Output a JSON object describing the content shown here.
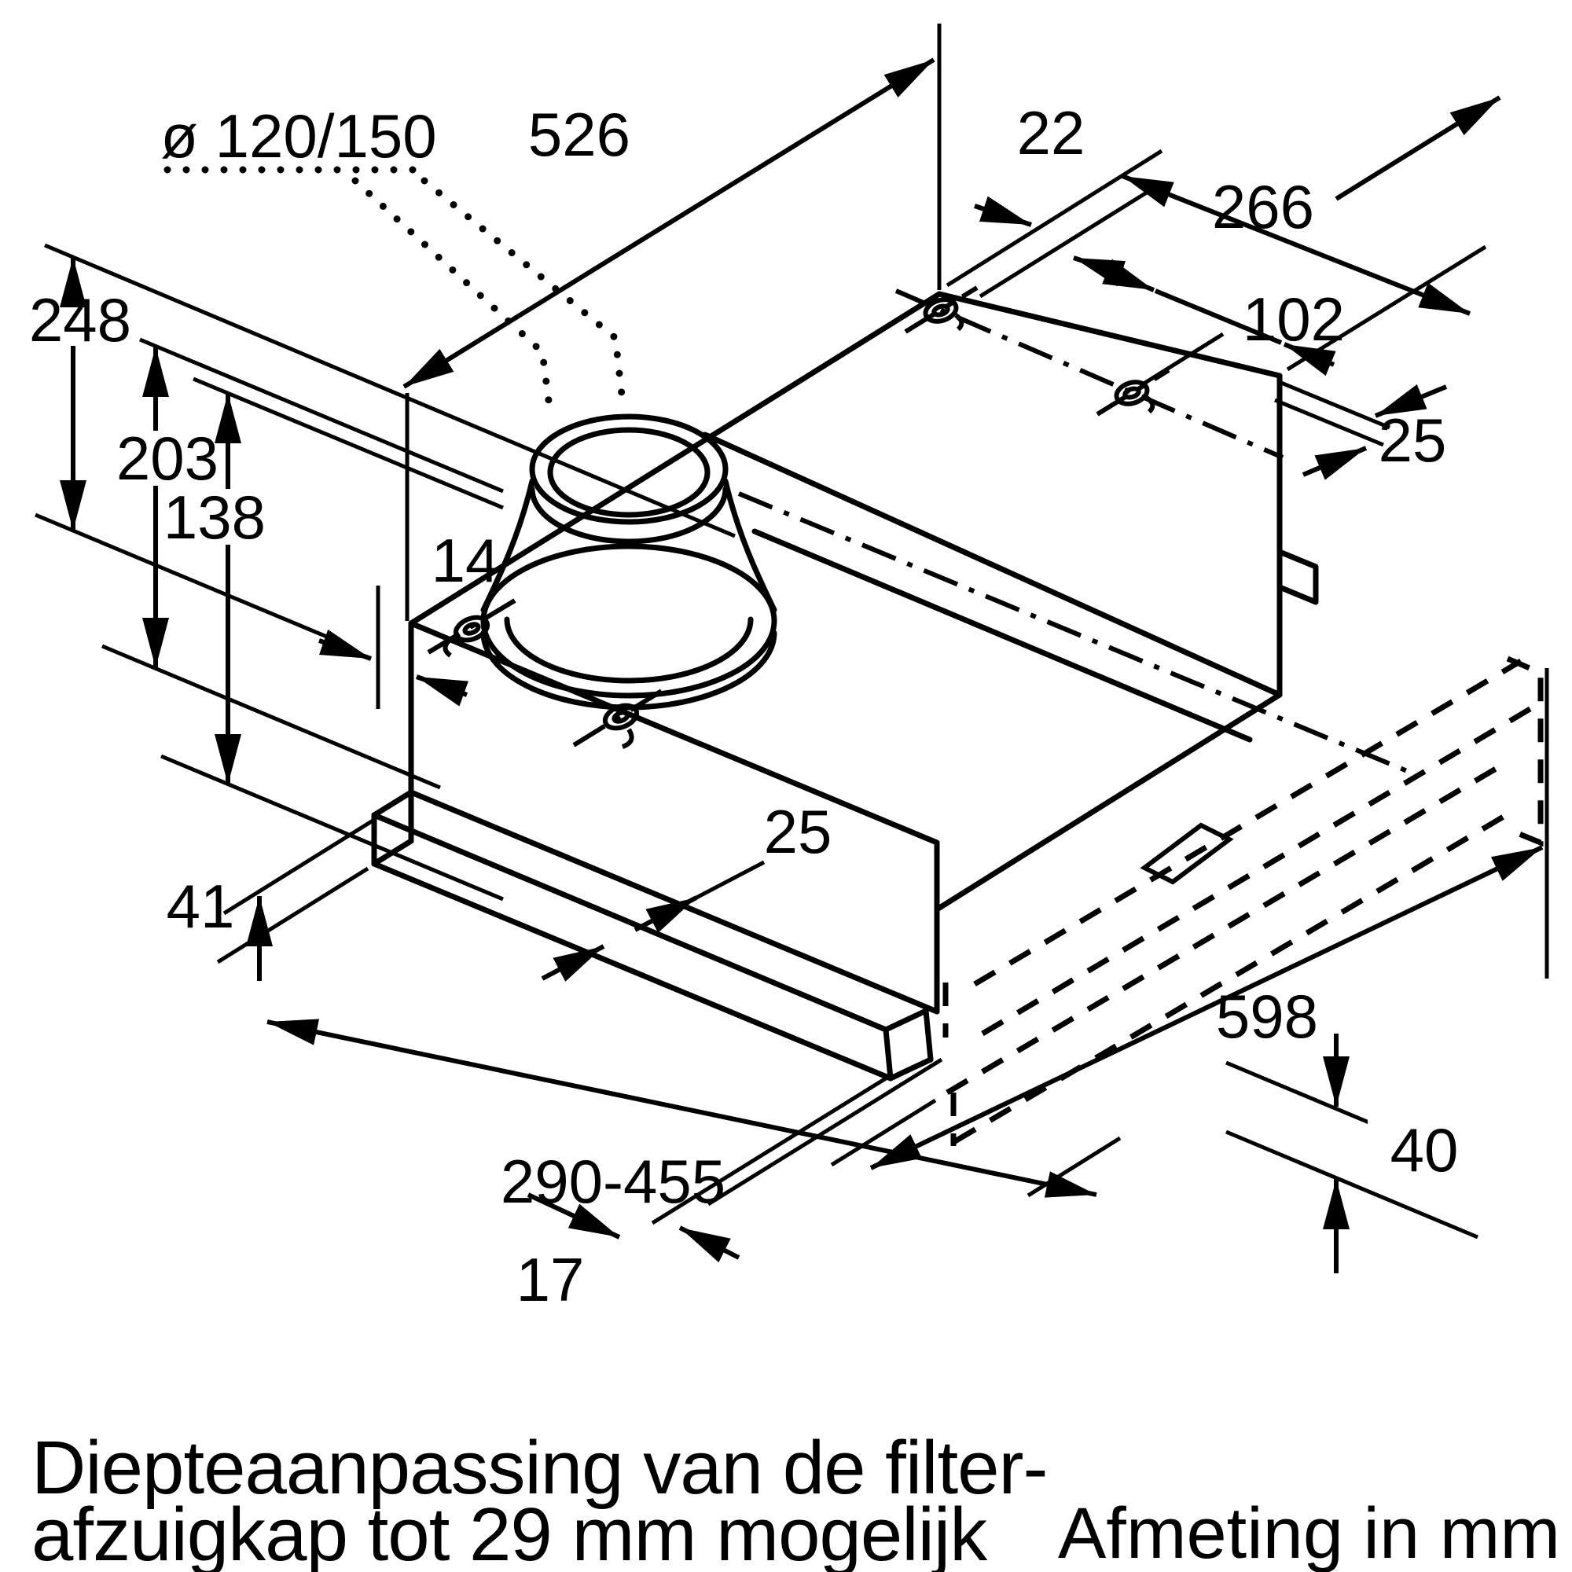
{
  "drawing": {
    "labels": {
      "diameter": "ø 120/150",
      "d526": "526",
      "d22": "22",
      "d266": "266",
      "d102": "102",
      "d25_right": "25",
      "d248": "248",
      "d203": "203",
      "d138": "138",
      "d14": "14",
      "d25_mid": "25",
      "d41": "41",
      "d290_455": "290-455",
      "d598": "598",
      "d40": "40",
      "d17": "17"
    },
    "notes": {
      "depth_note_line1": "Diepteaanpassing van de filter-",
      "depth_note_line2": "afzuigkap tot 29 mm mogelijk",
      "units_note": "Afmeting in mm"
    },
    "colors": {
      "line": "#000000",
      "background": "#ffffff"
    }
  }
}
